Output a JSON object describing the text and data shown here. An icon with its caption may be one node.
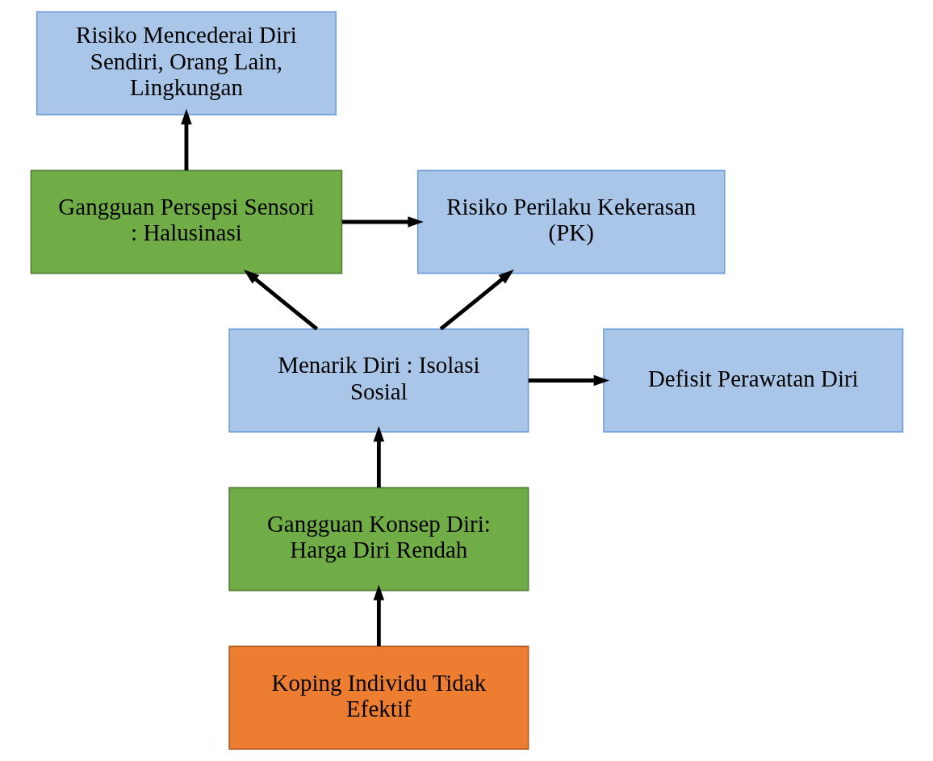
{
  "diagram": {
    "nodes": [
      {
        "text": [
          "Risiko Mencederai Diri Sendiri, Orang Lain, Lingkungan"
        ]
      },
      {
        "text": [
          "Gangguan Persepsi Sensori : Halusinasi"
        ]
      },
      {
        "text": [
          "Risiko Perilaku Kekerasan (PK)"
        ]
      },
      {
        "text": [
          "Defisit Perawatan Diri"
        ]
      },
      {
        "text": [
          "Menarik Diri : Isolasi Sosial"
        ]
      },
      {
        "text": [
          "Gangguan Konsep Diri: Harga Diri Rendah"
        ]
      },
      {
        "text": [
          "Koping Individu Tidak Efektif"
        ]
      }
    ],
    "edges": [
      {
        "from": 6,
        "to": 5,
        "arrow": "to"
      },
      {
        "from": 5,
        "to": 4,
        "arrow": "to"
      },
      {
        "from": 4,
        "to": 1,
        "arrow": "to"
      },
      {
        "from": 4,
        "to": 3,
        "arrow": "to"
      },
      {
        "from": 4,
        "to": 2,
        "arrow": "to"
      },
      {
        "from": 1,
        "to": 0,
        "arrow": "to"
      },
      {
        "from": 1,
        "to": 2,
        "arrow": "to"
      }
    ]
  }
}
